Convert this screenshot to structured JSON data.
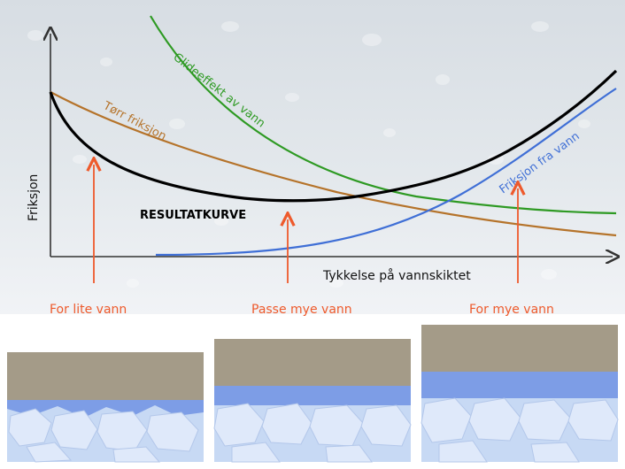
{
  "chart": {
    "y_axis_label": "Friksjon",
    "x_axis_label": "Tykkelse på vannskiktet",
    "curves": {
      "tørr": {
        "label": "Tørr friksjon",
        "color": "#b5732a"
      },
      "glide": {
        "label": "Glideeffekt av vann",
        "color": "#2e9a23"
      },
      "fra_vann": {
        "label": "Friksjon fra vann",
        "color": "#3f6fd6"
      },
      "resultat": {
        "label": "RESULTATKURVE",
        "color": "#000000"
      }
    },
    "markers": [
      {
        "label": "For lite vann"
      },
      {
        "label": "Passe mye vann"
      },
      {
        "label": "For mye vann"
      }
    ],
    "marker_color": "#ee5a2c"
  },
  "illustrations": {
    "top_color": "#a49b88",
    "water_color": "#7d9de6",
    "ice_color": "#c7d9f4"
  }
}
